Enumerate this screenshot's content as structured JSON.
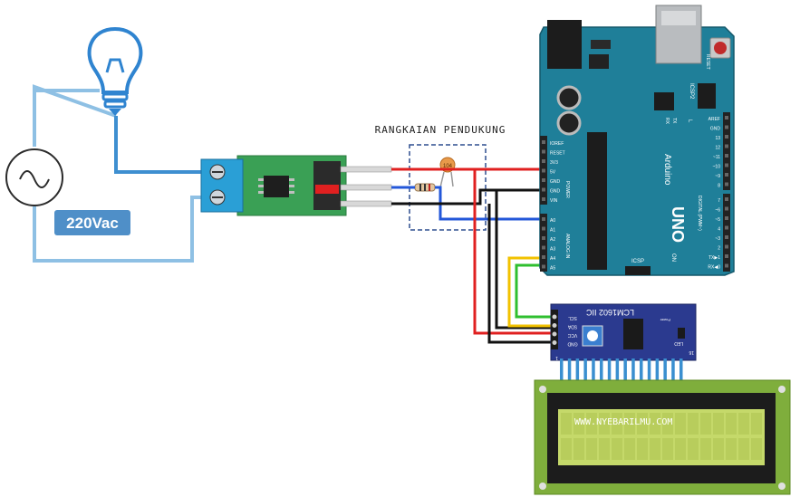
{
  "source": {
    "voltage_label": "220Vac"
  },
  "support_circuit": {
    "title": "RANGKAIAN PENDUKUNG",
    "capacitor_code": "104"
  },
  "arduino": {
    "reset_label": "RESET",
    "icsp2_label": "ICSP2",
    "icsp_label": "ICSP",
    "brand": "Arduino",
    "model": "UNO",
    "on_label": "ON",
    "l_label": "L",
    "tx_label": "TX",
    "rx_label": "RX",
    "power_header_label": "POWER",
    "analog_header_label": "ANALOG IN",
    "digital_header_label": "DIGITAL (PWM~)",
    "power_pins": [
      "IOREF",
      "RESET",
      "3V3",
      "5V",
      "GND",
      "GND",
      "VIN"
    ],
    "analog_pins": [
      "A0",
      "A1",
      "A2",
      "A3",
      "A4",
      "A5"
    ],
    "digital_pins_top": [
      "AREF",
      "GND",
      "13",
      "12",
      "~11",
      "~10",
      "~9",
      "8"
    ],
    "digital_pins_bottom": [
      "7",
      "~6",
      "~5",
      "4",
      "~3",
      "2",
      "TX▶1",
      "RX◀0"
    ]
  },
  "i2c_module": {
    "title": "LCM1602 IIC",
    "pins": [
      "SCL",
      "SDA",
      "VCC",
      "GND"
    ],
    "power_label": "Power",
    "led_label": "LED",
    "pin16_label": "16",
    "pin1_label": "1"
  },
  "lcd": {
    "text": "WWW.NYEBARILMU.COM",
    "colors": {
      "screen": "#c5d96a",
      "board": "#7fae3c"
    }
  },
  "colors": {
    "wire_blue": "#4a90d9",
    "wire_red": "#e02020",
    "wire_black": "#111111",
    "wire_yellow": "#f2c200",
    "wire_green": "#2fbf2f",
    "arduino_board": "#1f7f99",
    "sensor_board": "#3aa055",
    "terminal_block": "#2a9fd6",
    "i2c_board": "#2b3a8f"
  }
}
